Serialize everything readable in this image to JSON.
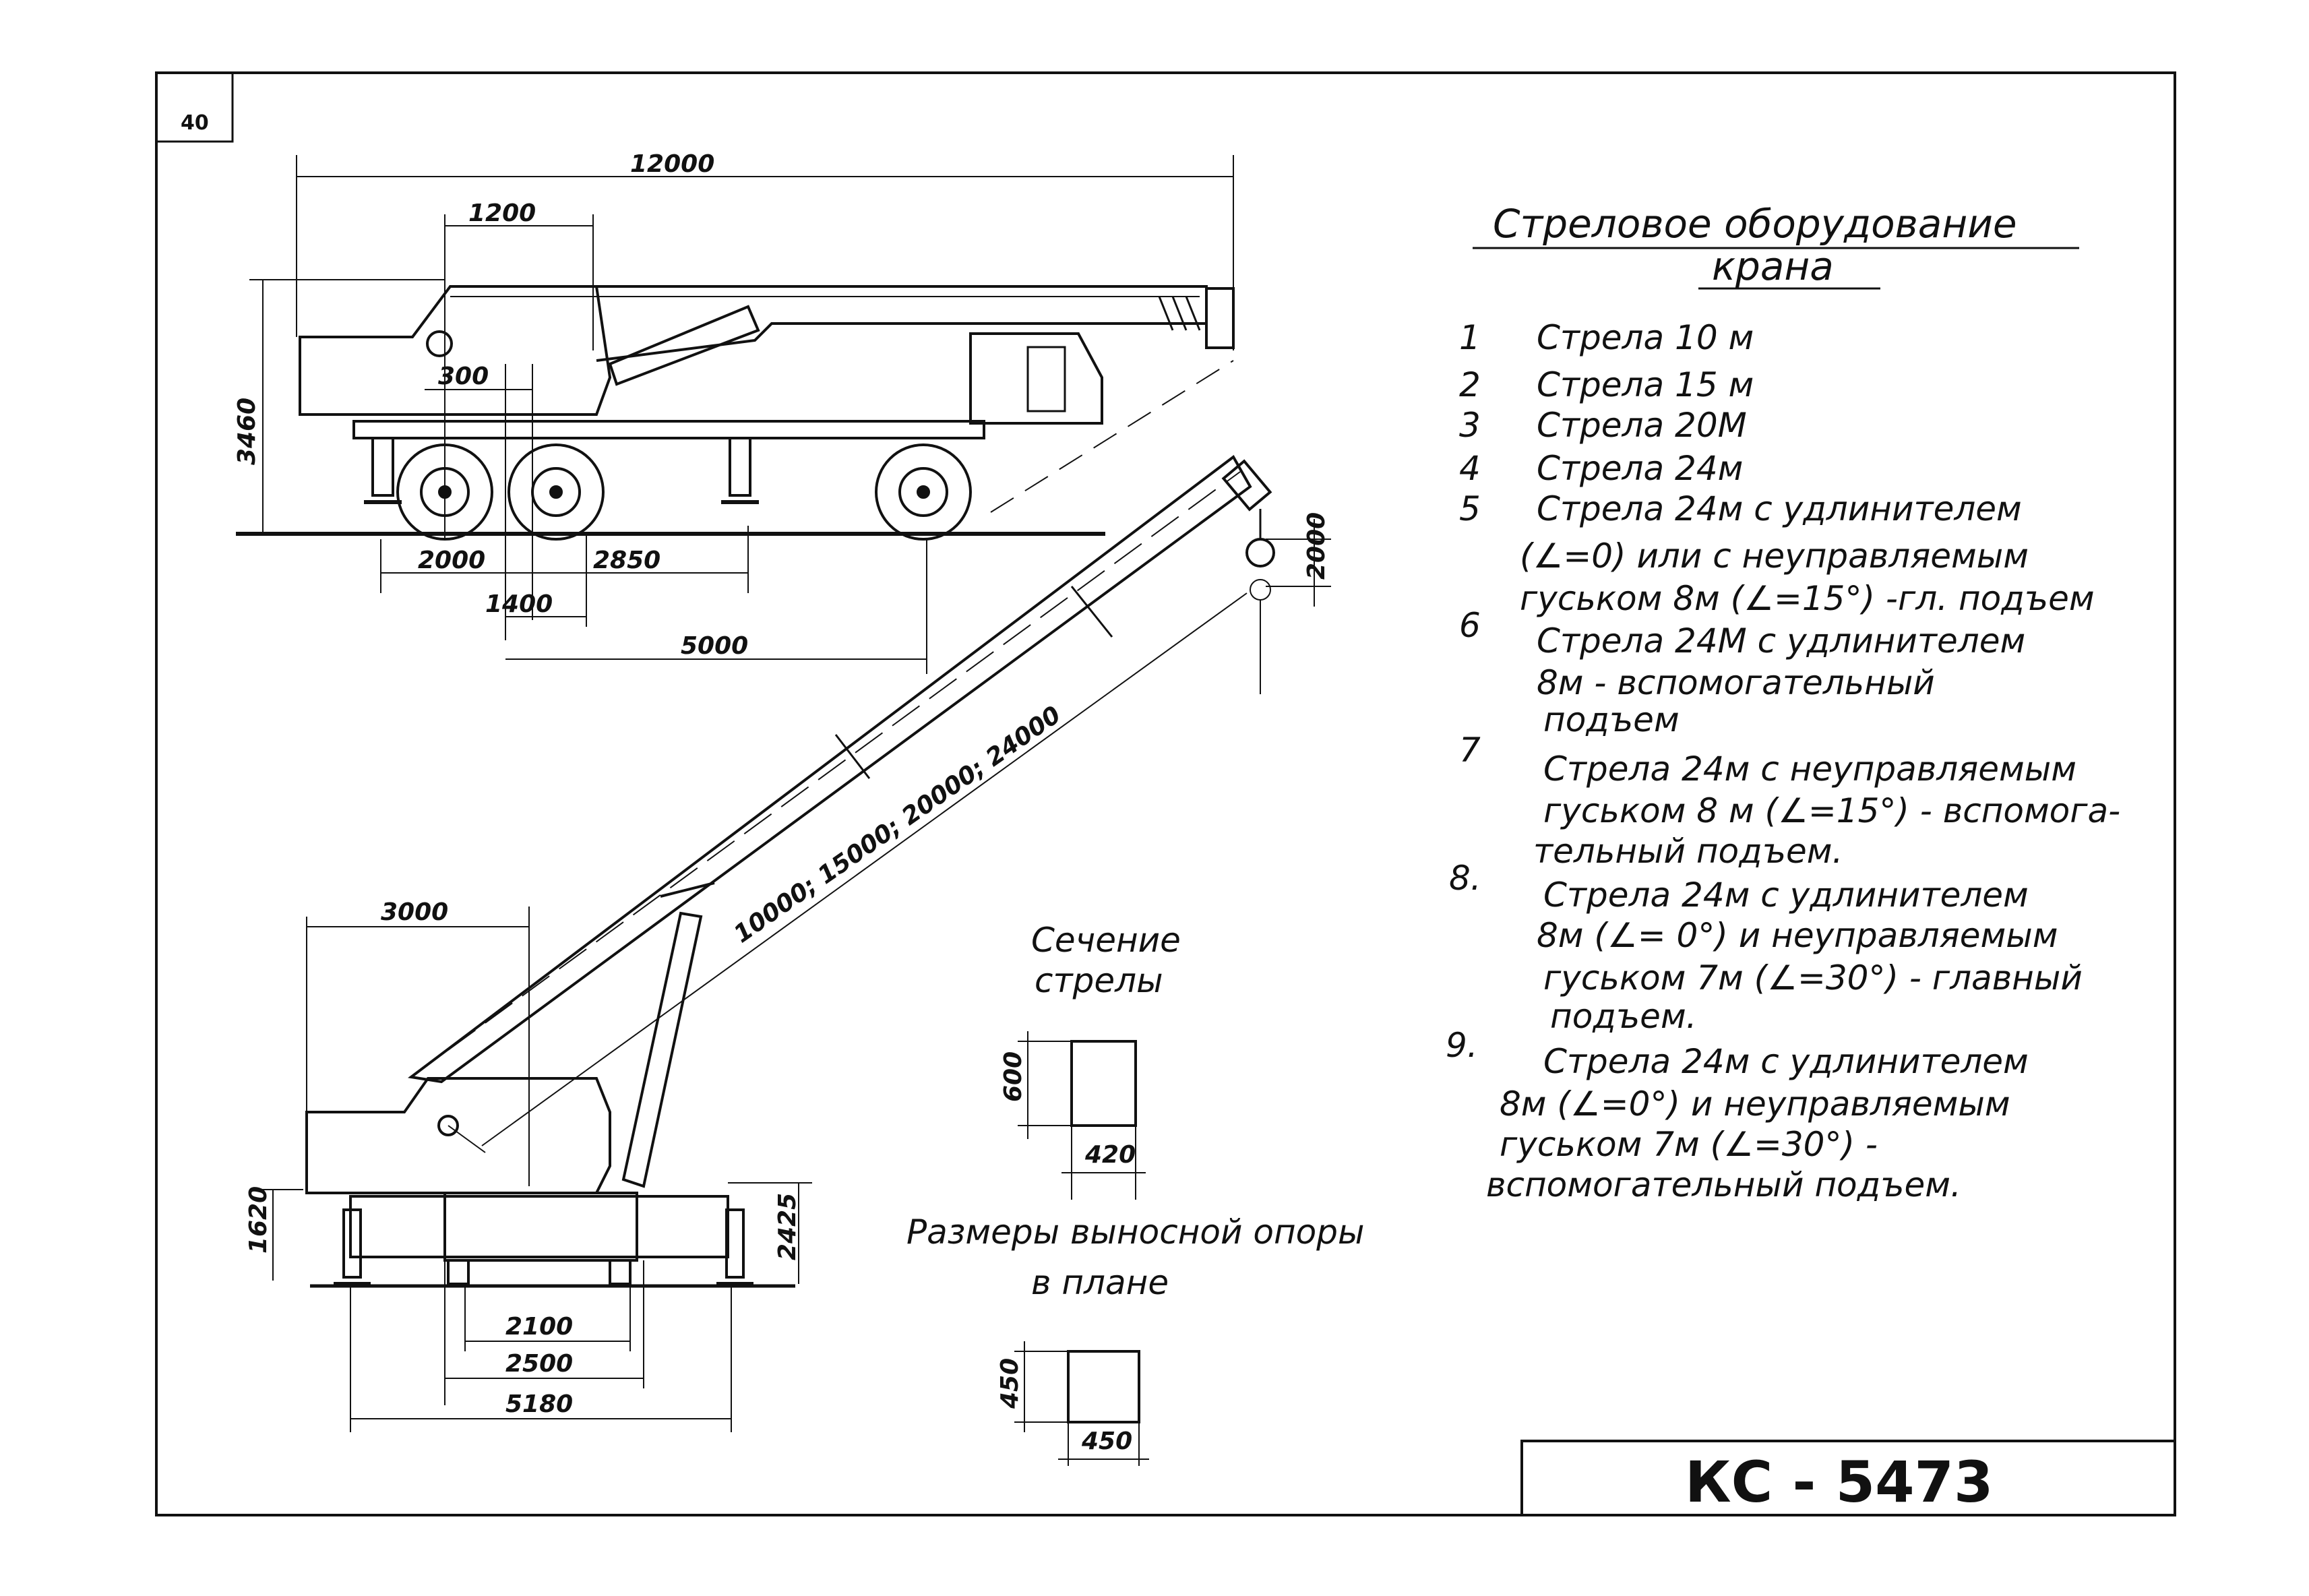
{
  "page_number": "40",
  "stamp": "КС - 5473",
  "title": {
    "line1": "Стреловое оборудование",
    "line2": "крана"
  },
  "items": [
    {
      "num": "1",
      "lines": [
        "Стрела 10 м"
      ]
    },
    {
      "num": "2",
      "lines": [
        "Стрела 15 м"
      ]
    },
    {
      "num": "3",
      "lines": [
        "Стрела 20М"
      ]
    },
    {
      "num": "4",
      "lines": [
        "Стрела 24м"
      ]
    },
    {
      "num": "5",
      "lines": [
        "Стрела 24м с удлинителем",
        "(∠=0) или с неуправляемым",
        "гуськом 8м (∠=15°) -гл. подъем"
      ]
    },
    {
      "num": "6",
      "lines": [
        "Стрела 24М с удлинителем",
        "8м - вспомогательный",
        "подъем"
      ]
    },
    {
      "num": "7",
      "lines": [
        "Стрела 24м с неуправляемым",
        "гуськом 8 м (∠=15°) - вспомога-",
        "тельный подъем."
      ]
    },
    {
      "num": "8.",
      "lines": [
        "Стрела 24м с удлинителем",
        "8м (∠= 0°) и неуправляемым",
        "гуськом 7м (∠=30°) - главный",
        "подъем."
      ]
    },
    {
      "num": "9.",
      "lines": [
        "Стрела 24м с удлинителем",
        "8м (∠=0°) и неуправляемым",
        "гуськом 7м (∠=30°) -",
        "вспомогательный подъем."
      ]
    }
  ],
  "side_view": {
    "dim_total_length": "12000",
    "dim_1200": "1200",
    "dim_300": "300",
    "dim_height": "3460",
    "dim_2000": "2000",
    "dim_2850": "2850",
    "dim_1400": "1400",
    "dim_5000": "5000"
  },
  "working_view": {
    "dim_3000": "3000",
    "dim_boom_lengths": "10000; 15000; 20000; 24000",
    "dim_hook_2000": "2000",
    "dim_1620": "1620",
    "dim_2425": "2425",
    "dim_2100": "2100",
    "dim_2500": "2500",
    "dim_5180": "5180"
  },
  "section": {
    "label_line1": "Сечение",
    "label_line2": "стрелы",
    "height": "600",
    "width": "420"
  },
  "outrigger": {
    "label_line1": "Размеры выносной опоры",
    "label_line2": "в плане",
    "height": "450",
    "width": "450"
  }
}
